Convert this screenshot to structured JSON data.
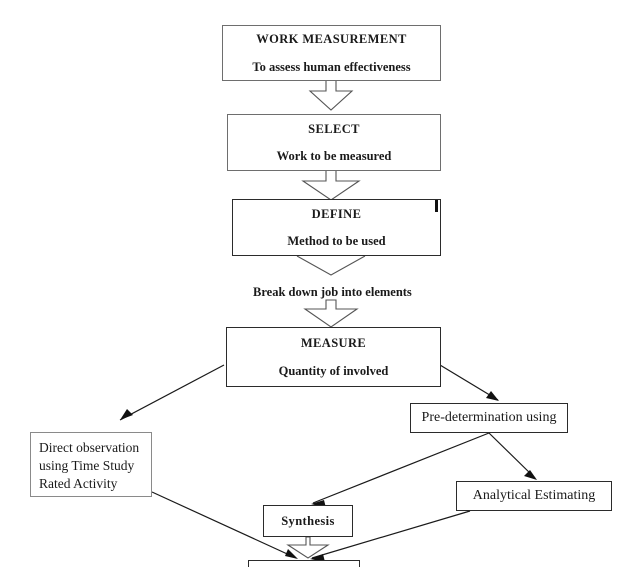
{
  "diagram": {
    "title": "Work Measurement Flowchart",
    "background_color": "#ffffff",
    "line_color": "#6e6e6e",
    "text_color": "#1a1a1a"
  },
  "nodes": {
    "work_measurement": {
      "title": "WORK MEASUREMENT",
      "subtitle": "To assess human  effectiveness"
    },
    "select": {
      "title": "SELECT",
      "subtitle": "Work to be measured"
    },
    "define": {
      "title": "DEFINE",
      "subtitle": "Method to be used"
    },
    "measure": {
      "title": "MEASURE",
      "subtitle": "Quantity of involved"
    },
    "direct_observation": {
      "line1": "Direct observation",
      "line2": "using Time Study",
      "line3": "Rated Activity"
    },
    "predetermination": {
      "title": "Pre-determination using"
    },
    "analytical_estimating": {
      "title": "Analytical Estimating"
    },
    "synthesis": {
      "title": "Synthesis"
    },
    "bottom_node": {
      "title": ""
    }
  },
  "captions": {
    "break_down": "Break down job into elements"
  },
  "connectors": [
    {
      "name": "work-measurement-to-select",
      "style": "block-arrow-down"
    },
    {
      "name": "select-to-define",
      "style": "block-arrow-down"
    },
    {
      "name": "define-to-breakdown",
      "style": "block-arrow-down"
    },
    {
      "name": "breakdown-to-measure",
      "style": "block-arrow-down"
    },
    {
      "name": "measure-to-direct-observation",
      "style": "line-arrow"
    },
    {
      "name": "measure-to-predetermination",
      "style": "line-arrow"
    },
    {
      "name": "predetermination-to-analytical-estimating",
      "style": "line-arrow"
    },
    {
      "name": "predetermination-to-synthesis",
      "style": "line-arrow"
    },
    {
      "name": "direct-observation-to-bottom",
      "style": "line-arrow"
    },
    {
      "name": "analytical-estimating-to-bottom",
      "style": "line-arrow"
    },
    {
      "name": "synthesis-to-bottom",
      "style": "block-arrow-down"
    }
  ]
}
